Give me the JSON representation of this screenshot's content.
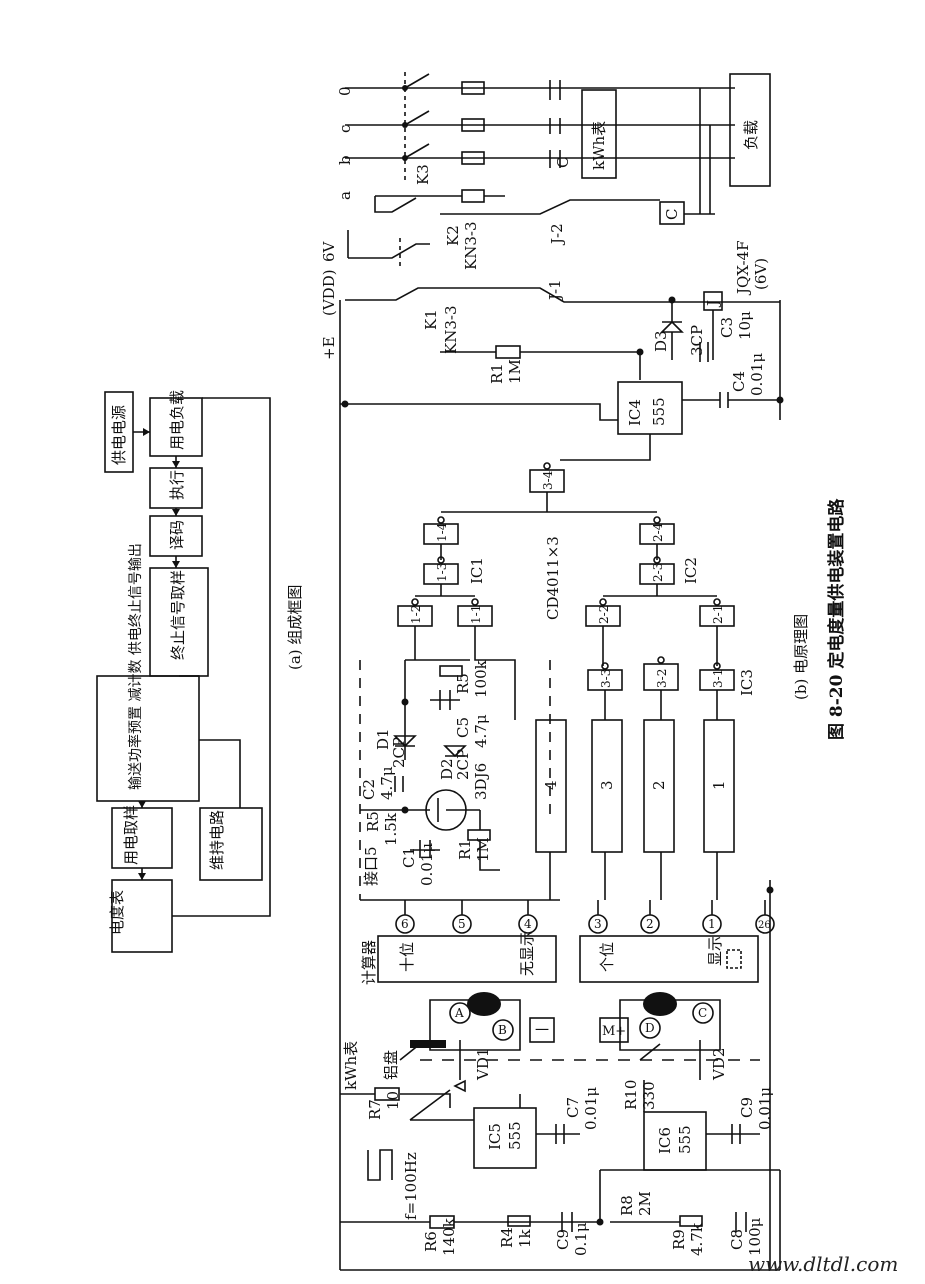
{
  "figure": {
    "title": "图 8-20 定电度量供电装置电路",
    "sub_a": "(a) 组成框图",
    "sub_b": "(b) 电原理图",
    "watermark": "www.dltdl.com"
  },
  "block_diagram": {
    "blocks": [
      {
        "id": "meter",
        "label": "电度表"
      },
      {
        "id": "sample",
        "label": "用电取样"
      },
      {
        "id": "hold",
        "label": "维持电路"
      },
      {
        "id": "preset",
        "label": "输送功率预置 减计数 供电终止信号输出"
      },
      {
        "id": "stop",
        "label": "终止信号取样"
      },
      {
        "id": "decode",
        "label": "译码"
      },
      {
        "id": "exec",
        "label": "执行"
      },
      {
        "id": "supply",
        "label": "供电电源"
      },
      {
        "id": "load",
        "label": "用电负载"
      }
    ]
  },
  "labels": {
    "plusE": "+E",
    "vdd": "(VDD)",
    "v6": "6V",
    "k1": "K1",
    "kn33": "KN3-3",
    "k2": "K2",
    "kn33b": "KN3-3",
    "k3": "K3",
    "j1": "J-1",
    "j2": "J-2",
    "jqx": "JQX-4F",
    "jqx6v": "(6V)",
    "kwh": "kWh表",
    "load": "负载",
    "c_box": "C",
    "r1": "R1",
    "r1v": "1M",
    "d3": "D3",
    "d3v": "3CP",
    "c3": "C3",
    "c3v": "10μ",
    "c4": "C4",
    "c4v": "0.01μ",
    "ic4": "IC4",
    "t555": "555",
    "cd4011": "CD4011×3",
    "ic1": "IC1",
    "ic2": "IC2",
    "ic3": "IC3",
    "g14": "1-4",
    "g13": "1-3",
    "g12": "1-2",
    "g11": "1-1",
    "g34": "3-4",
    "g24": "2-4",
    "g23": "2-3",
    "g22": "2-2",
    "g21": "2-1",
    "g33": "3-3",
    "g32": "3-2",
    "g31": "3-1",
    "r5": "R5",
    "r5v": "100k",
    "c5": "C5",
    "c5v": "4.7μ",
    "d1": "D1",
    "d1v": "2CP",
    "d2": "D2",
    "d2v": "2CP",
    "c2": "C2",
    "c2v": "4.7μ",
    "rs": "R5",
    "rsv": "1.5k",
    "q3dj6": "3DJ6",
    "jiekou": "接口5",
    "c1": "C1",
    "c1v": "0.01μ",
    "r1b": "R1",
    "r1bv": "1M",
    "counter": "计算器",
    "tens": "十位",
    "nodisp": "无显示",
    "units": "个位",
    "disp": "显示",
    "pA": "A",
    "pB": "B",
    "pC": "C",
    "pD": "D",
    "pminus": "一",
    "pmplus": "M+",
    "p6": "6",
    "p5": "5",
    "p4": "4",
    "p3": "3",
    "p2": "2",
    "p1": "1",
    "p26": "26",
    "kwhb": "kWh表",
    "lvpan": "铝盘",
    "vd1": "VD1",
    "vd2": "VD2",
    "r7": "R7",
    "r7v": "10",
    "c7": "C7",
    "c7v": "0.01μ",
    "ic5": "IC5",
    "ic6": "IC6",
    "freq": "f=100Hz",
    "r6": "R6",
    "r6v": "140k",
    "r4": "R4",
    "r4v": "1k",
    "c9": "C9",
    "c9v": "0.1μ",
    "r10": "R10",
    "r10v": "330",
    "c9b": "C9",
    "c9bv": "0.01μ",
    "r8": "R8",
    "r8v": "2M",
    "r9": "R9",
    "r9v": "4.7k",
    "c8": "C8",
    "c8v": "100μ",
    "ph0": "0",
    "phc": "c",
    "phb": "b",
    "pha": "a",
    "n4": "4",
    "n3": "3",
    "n2": "2",
    "n1": "1"
  }
}
